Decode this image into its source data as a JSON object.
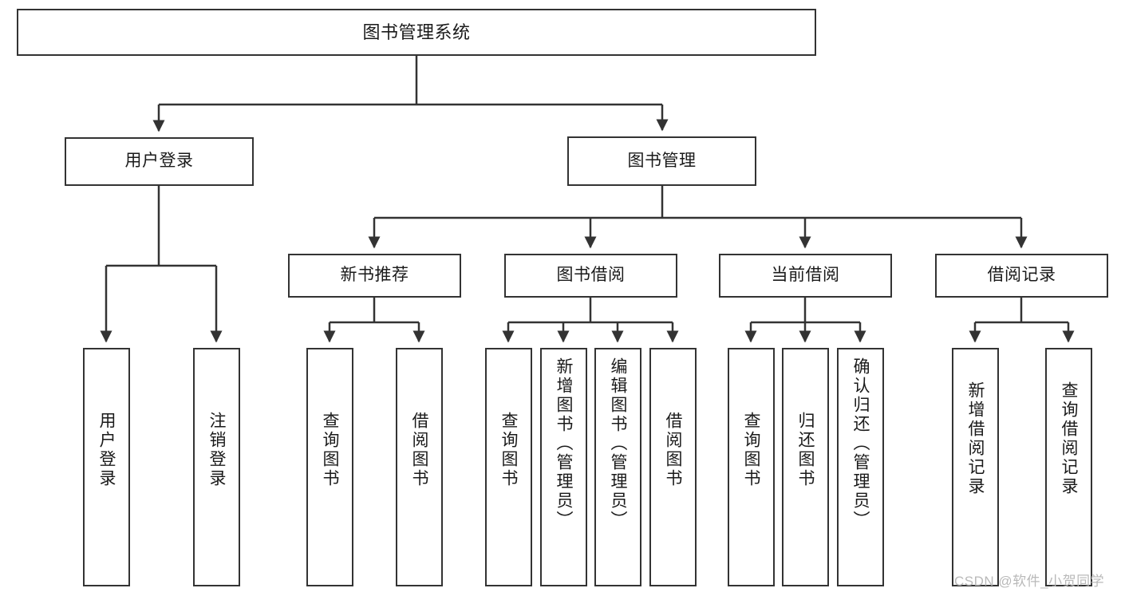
{
  "diagram": {
    "title": "图书管理系统",
    "watermark": "CSDN @软件_小贺同学",
    "colors": {
      "stroke": "#333333",
      "box_fill": "#ffffff",
      "text": "#1a1a1a",
      "background": "#ffffff",
      "watermark": "#b9b9b9"
    },
    "levels": {
      "root": "图书管理系统",
      "level2": [
        "用户登录",
        "图书管理"
      ],
      "level3": [
        "新书推荐",
        "图书借阅",
        "当前借阅",
        "借阅记录"
      ],
      "leaves": [
        "用户登录",
        "注销登录",
        "查询图书",
        "借阅图书",
        "查询图书",
        "新增图书（管理员）",
        "编辑图书（管理员）",
        "借阅图书",
        "查询图书",
        "归还图书",
        "确认归还（管理员）",
        "新增借阅记录",
        "查询借阅记录"
      ]
    },
    "nodes": {
      "root": {
        "label": "图书管理系统"
      },
      "user_login": {
        "label": "用户登录"
      },
      "book_manage": {
        "label": "图书管理"
      },
      "new_book_rec": {
        "label": "新书推荐"
      },
      "book_borrow": {
        "label": "图书借阅"
      },
      "current_borrow": {
        "label": "当前借阅"
      },
      "borrow_record": {
        "label": "借阅记录"
      },
      "leaf_user_login": {
        "label": "用户登录"
      },
      "leaf_logout": {
        "label": "注销登录"
      },
      "leaf_query_book_1": {
        "label": "查询图书"
      },
      "leaf_borrow_book_1": {
        "label": "借阅图书"
      },
      "leaf_query_book_2": {
        "label": "查询图书"
      },
      "leaf_add_book": {
        "label": "新增图书（管理员）"
      },
      "leaf_edit_book": {
        "label": "编辑图书（管理员）"
      },
      "leaf_borrow_book_2": {
        "label": "借阅图书"
      },
      "leaf_query_book_3": {
        "label": "查询图书"
      },
      "leaf_return_book": {
        "label": "归还图书"
      },
      "leaf_confirm_return": {
        "label": "确认归还（管理员）"
      },
      "leaf_add_record": {
        "label": "新增借阅记录"
      },
      "leaf_query_record": {
        "label": "查询借阅记录"
      }
    }
  }
}
